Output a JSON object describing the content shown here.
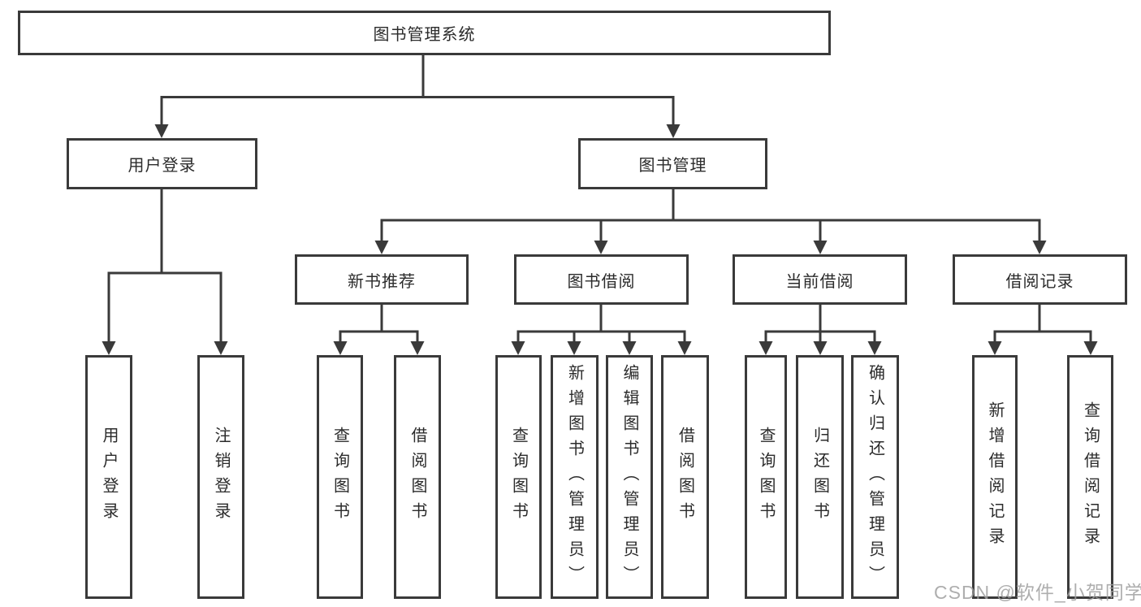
{
  "colors": {
    "line": "#3a3a3a",
    "border": "#3a3a3a",
    "text": "#2b2b2b",
    "background": "#ffffff",
    "watermark": "#a0a0a0"
  },
  "watermark": {
    "text": "CSDN @软件_小贺同学"
  },
  "tree": {
    "root": {
      "label": "图书管理系统"
    },
    "branches": [
      {
        "label": "用户登录",
        "leaves": [
          {
            "label": "用户登录"
          },
          {
            "label": "注销登录"
          }
        ]
      },
      {
        "label": "图书管理",
        "children": [
          {
            "label": "新书推荐",
            "leaves": [
              {
                "label": "查询图书"
              },
              {
                "label": "借阅图书"
              }
            ]
          },
          {
            "label": "图书借阅",
            "leaves": [
              {
                "label": "查询图书"
              },
              {
                "label": "新增图书（管理员）"
              },
              {
                "label": "编辑图书（管理员）"
              },
              {
                "label": "借阅图书"
              }
            ]
          },
          {
            "label": "当前借阅",
            "leaves": [
              {
                "label": "查询图书"
              },
              {
                "label": "归还图书"
              },
              {
                "label": "确认归还（管理员）"
              }
            ]
          },
          {
            "label": "借阅记录",
            "leaves": [
              {
                "label": "新增借阅记录"
              },
              {
                "label": "查询借阅记录"
              }
            ]
          }
        ]
      }
    ]
  }
}
